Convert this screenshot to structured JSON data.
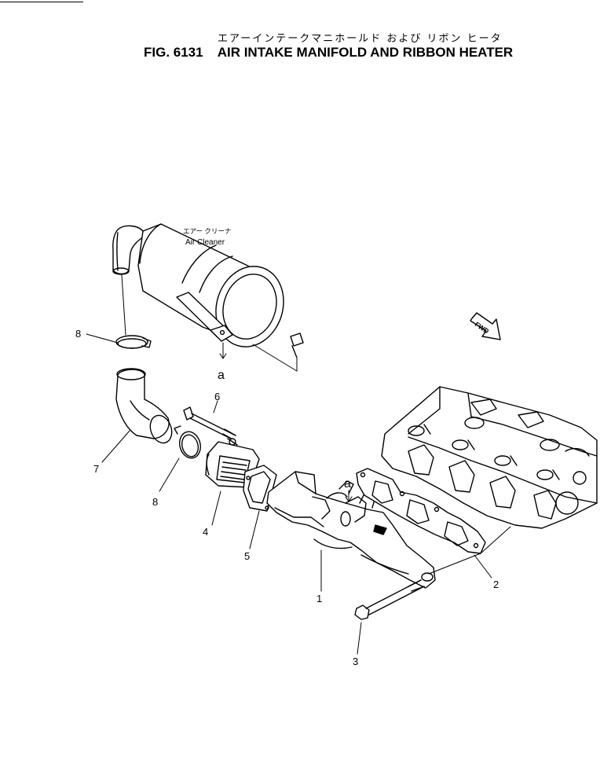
{
  "header": {
    "title_jp": "エアーインテークマニホールド および リボン ヒータ",
    "fig_number": "FIG. 6131",
    "title_en": "AIR INTAKE MANIFOLD AND RIBBON HEATER"
  },
  "labels": {
    "air_cleaner_jp": "エアー クリーナ",
    "air_cleaner_en": "Air Cleaner",
    "fwd": "FWD",
    "ref_a_top": "a",
    "ref_a_bottom": "a"
  },
  "callouts": [
    {
      "id": "callout-8-top",
      "number": "8"
    },
    {
      "id": "callout-7",
      "number": "7"
    },
    {
      "id": "callout-6",
      "number": "6"
    },
    {
      "id": "callout-8-bottom",
      "number": "8"
    },
    {
      "id": "callout-4",
      "number": "4"
    },
    {
      "id": "callout-5",
      "number": "5"
    },
    {
      "id": "callout-1",
      "number": "1"
    },
    {
      "id": "callout-2",
      "number": "2"
    },
    {
      "id": "callout-3",
      "number": "3"
    }
  ]
}
